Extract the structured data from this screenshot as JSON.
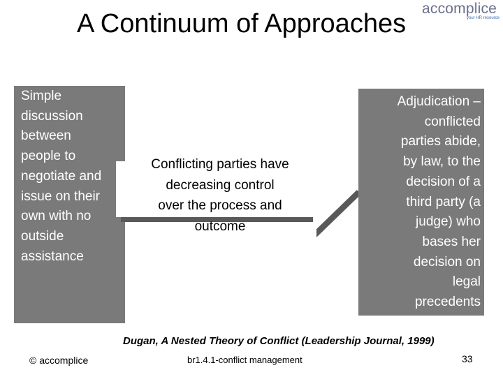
{
  "slide": {
    "title": "A Continuum of Approaches",
    "logo_text": "accomplice",
    "logo_tagline": "your HR resource",
    "left_box_text": "Simple\ndiscussion\nbetween\npeople to\nnegotiate and\nissue on their\nown with no\noutside\nassistance",
    "arrow_text": "Conflicting parties have\ndecreasing control\nover the process and\noutcome",
    "right_box_text": "Adjudication –\nconflicted\nparties abide,\nby law, to the\ndecision of a\nthird party (a\njudge) who\nbases her\ndecision on\nlegal\nprecedents",
    "citation": "Dugan, A Nested Theory of Conflict (Leadership Journal, 1999)",
    "copyright": "© accomplice",
    "footer_center": "br1.4.1-conflict management",
    "page_number": "33"
  },
  "colors": {
    "box_fill": "#7a7a7a",
    "arrow_fill": "#ffffff",
    "arrow_shadow": "#595959",
    "logo_text": "#6a6f8e"
  }
}
